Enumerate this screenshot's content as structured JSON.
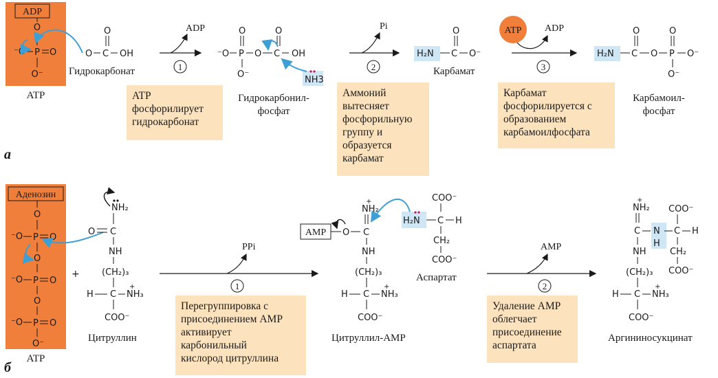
{
  "panel_a": {
    "letter": "а",
    "atp_box_label": "ADP",
    "atp_label": "ATP",
    "bicarbonate_label": "Гидрокарбонат",
    "step1": {
      "number": "1",
      "product": "ADP",
      "note": "ATP\nфосфорилирует\nгидрокарбонат"
    },
    "intermediate1_label": "Гидрокарбонил-\nфосфат",
    "ammonia_label": "NH3",
    "step2": {
      "number": "2",
      "product": "Pi",
      "note": "Аммоний\nвытесняет\nфосфорильную\nгруппу и\nобразуется\nкарбамат"
    },
    "carbamate_label": "Карбамат",
    "step3": {
      "number": "3",
      "reactant": "ATP",
      "product": "ADP",
      "note": "Карбамат\nфосфорилируется с\nобразованием\nкарбамоилфосфата"
    },
    "carbamoyl_phosphate_label": "Карбамоил-\nфосфат"
  },
  "panel_b": {
    "letter": "б",
    "adenosine_label": "Аденозин",
    "atp_label": "ATP",
    "citrulline_label": "Цитруллин",
    "step1": {
      "number": "1",
      "product": "PPi",
      "note": "Перегруппировка с\nприсоединением AMP\nактивирует\nкарбонильный\nкислород цитруллина"
    },
    "amp_box_label": "AMP",
    "citrullyl_amp_label": "Цитруллил-AMP",
    "aspartate_label": "Аспартат",
    "step2": {
      "number": "2",
      "product": "AMP",
      "note": "Удаление AMP\nоблегчает\nприсоединение\nаспартата"
    },
    "argininosuccinate_label": "Аргининосукцинат"
  },
  "colors": {
    "atp_orange": "#f07f3c",
    "note_background": "#fde3bd",
    "highlight_blue": "#cfe6f5",
    "arrow_blue": "#3d9fd4",
    "electron_dots": "#c2185b"
  }
}
